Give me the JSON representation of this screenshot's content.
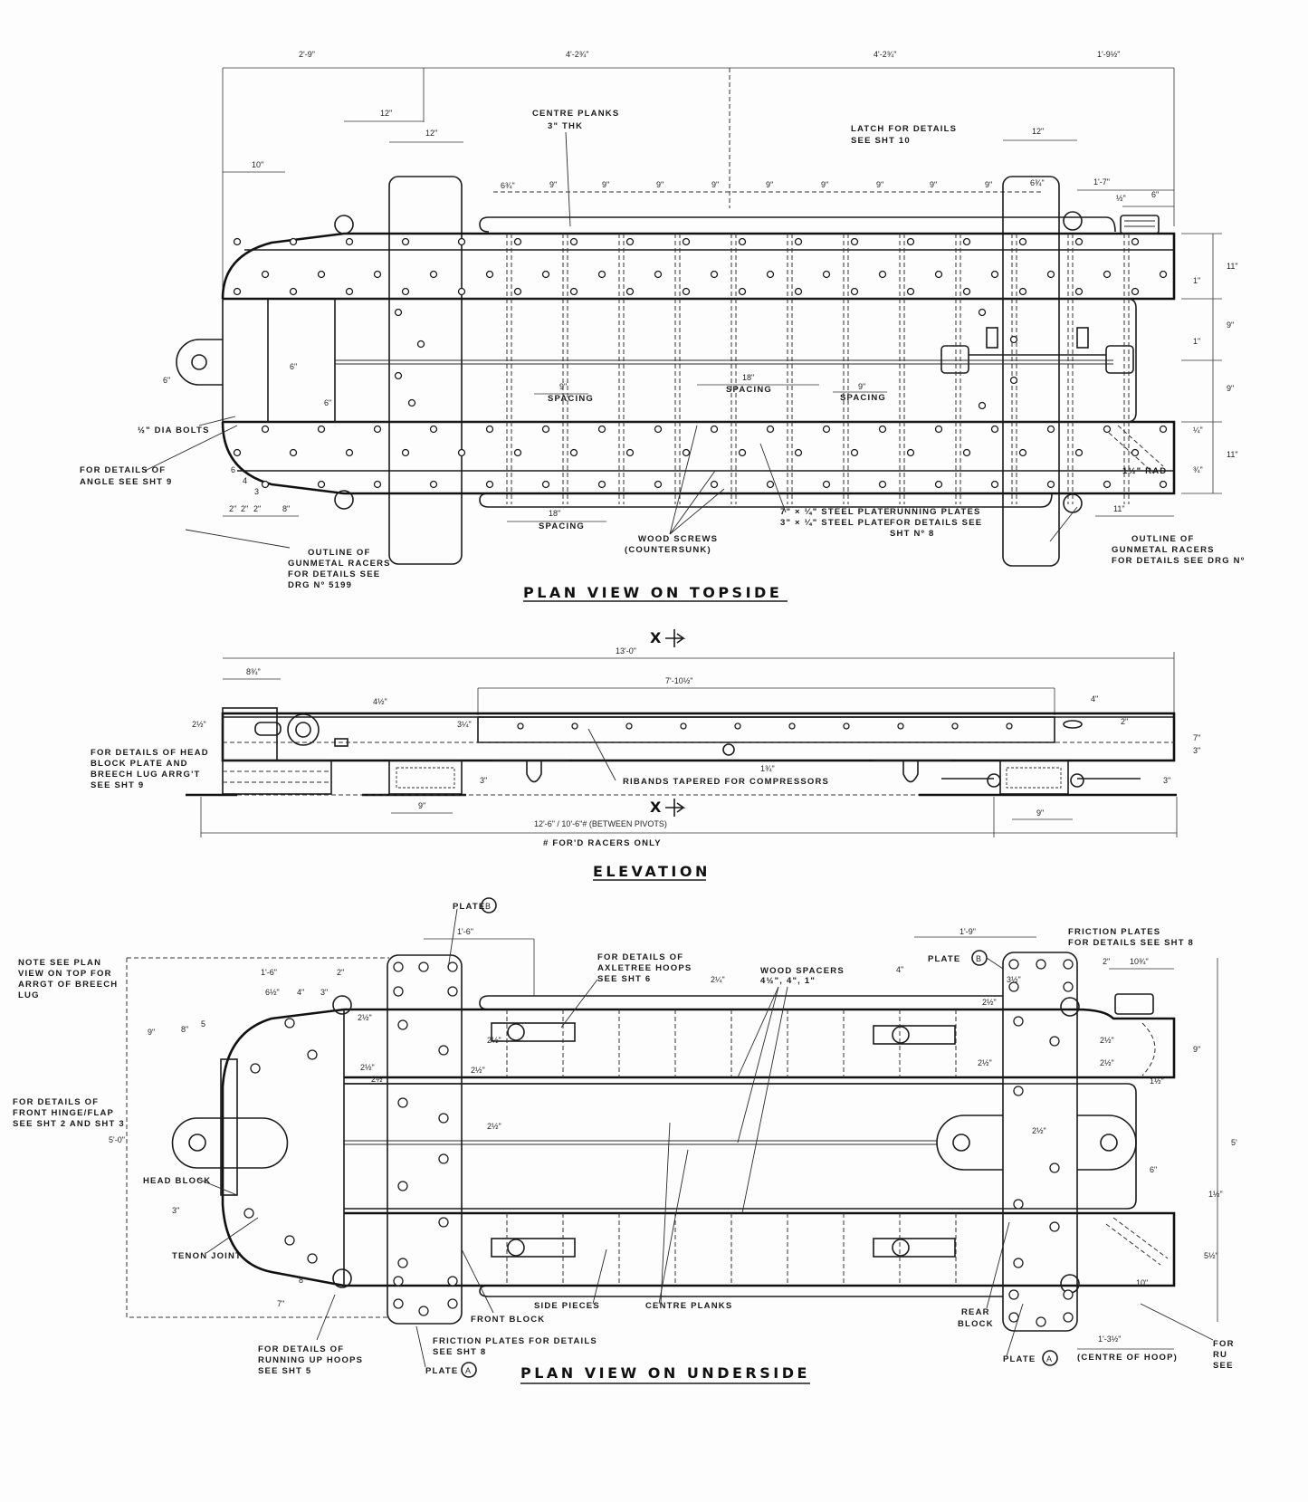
{
  "colors": {
    "ink": "#1c1c1c",
    "paper": "#fdfdfd"
  },
  "topside": {
    "title": "PLAN VIEW ON TOPSIDE",
    "dims": [
      "2'-9\"",
      "4'-2¾\"",
      "4'-2¾\"",
      "1'-9½\"",
      "12\"",
      "12\"",
      "12\"",
      "10\"",
      "6¾\"",
      "9\"",
      "9\"",
      "9\"",
      "9\"",
      "9\"",
      "9\"",
      "9\"",
      "9\"",
      "9\"",
      "6¾\"",
      "1'-7\"",
      "½\"",
      "6\"",
      "11\"",
      "1\"",
      "9\"",
      "1\"",
      "9\"",
      "¼\"",
      "11\"",
      "¾\"",
      "6\"",
      "6\"",
      "6\"",
      "9\"",
      "18\"",
      "9\"",
      "18\"",
      "11\"",
      "2\"",
      "2\"",
      "2\"",
      "8\"",
      "6",
      "4",
      "3"
    ],
    "spacing": [
      "SPACING",
      "SPACING",
      "SPACING",
      "SPACING"
    ],
    "centre_planks": [
      "CENTRE PLANKS",
      "3\" THK"
    ],
    "latch": [
      "LATCH FOR DETAILS",
      "SEE SHT 10"
    ],
    "dia_bolts": "½\" DIA BOLTS",
    "angle": [
      "FOR DETAILS OF",
      "ANGLE SEE SHT 9"
    ],
    "outline_left": [
      "OUTLINE OF",
      "GUNMETAL RACERS",
      "FOR DETAILS SEE",
      "DRG Nº 5199"
    ],
    "wood_screws": [
      "WOOD SCREWS",
      "(COUNTERSUNK)"
    ],
    "steel_plates": [
      "7\" × ¼\" STEEL PLATE",
      "3\" × ¼\" STEEL PLATE"
    ],
    "running_plates": [
      "RUNNING PLATES",
      "FOR DETAILS SEE",
      "SHT Nº 8"
    ],
    "rad": "1½\" RAD",
    "outline_right": [
      "OUTLINE OF",
      "GUNMETAL RACERS",
      "FOR DETAILS SEE DRG Nº"
    ]
  },
  "elevation": {
    "title": "ELEVATION",
    "section": [
      "X",
      "X"
    ],
    "dims": [
      "13'-0\"",
      "8¾\"",
      "7'-10½\"",
      "4½\"",
      "2½\"",
      "3¼\"",
      "4\"",
      "2\"",
      "7\"",
      "3\"",
      "1¾\"",
      "3\"",
      "3\"",
      "9\"",
      "9\"",
      "12'-6\" / 10'-6\"# (BETWEEN PIVOTS)"
    ],
    "head_note": [
      "FOR DETAILS OF HEAD",
      "BLOCK PLATE AND",
      "BREECH LUG ARRG'T",
      "SEE SHT 9"
    ],
    "ribands": "RIBANDS TAPERED FOR COMPRESSORS",
    "fordracers": "# FOR'D RACERS ONLY"
  },
  "underside": {
    "title": "PLAN VIEW ON UNDERSIDE",
    "note": [
      "NOTE SEE PLAN",
      "VIEW ON TOP FOR",
      "ARRGT OF BREECH",
      "LUG"
    ],
    "hinge": [
      "FOR DETAILS OF",
      "FRONT HINGE/FLAP",
      "SEE SHT 2 AND SHT 3"
    ],
    "head_block": "HEAD BLOCK",
    "tenon": "TENON JOINT",
    "running_up": [
      "FOR DETAILS OF",
      "RUNNING UP HOOPS",
      "SEE SHT 5"
    ],
    "friction_front": [
      "FRICTION PLATES FOR DETAILS",
      "SEE SHT 8"
    ],
    "front_block": "FRONT BLOCK",
    "side_pieces": "SIDE PIECES",
    "centre_planks": "CENTRE PLANKS",
    "rear_block": [
      "REAR",
      "BLOCK"
    ],
    "plate": [
      "PLATE",
      "PLATE",
      "PLATE",
      "PLATE"
    ],
    "plate_letters": [
      "B",
      "B",
      "A",
      "A"
    ],
    "axletree": [
      "FOR DETAILS OF",
      "AXLETREE HOOPS",
      "SEE SHT 6"
    ],
    "wood_spacers": [
      "WOOD SPACERS",
      "4½\", 4\", 1\""
    ],
    "friction_rear": [
      "FRICTION PLATES",
      "FOR DETAILS SEE SHT 8"
    ],
    "centre_hoop": "(CENTRE OF HOOP)",
    "partial_right": [
      "FOR",
      "RU",
      "SEE"
    ],
    "dims": [
      "1'-6\"",
      "1'-9\"",
      "1'-6\"",
      "2\"",
      "6½\"",
      "4\"",
      "3\"",
      "9\"",
      "8\"",
      "5",
      "2½\"",
      "2¼\"",
      "4\"",
      "3½\"",
      "2\"",
      "10¾\"",
      "2½\"",
      "9\"",
      "2½\"",
      "1½\"",
      "2½\"",
      "2½\"",
      "2½\"",
      "2½\"",
      "2½\"",
      "2½\"",
      "2½\"",
      "2½\"",
      "5'-0\"",
      "5'",
      "6\"",
      "3\"",
      "1½\"",
      "5½\"",
      "10\"",
      "8\"",
      "7\"",
      "1'-3½\""
    ]
  }
}
